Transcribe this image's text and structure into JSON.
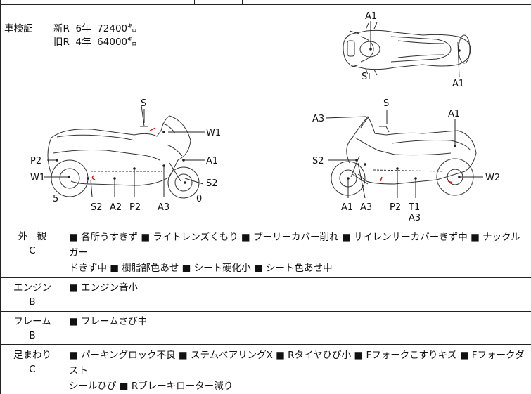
{
  "registration": {
    "label": "車検証",
    "rows": [
      {
        "type": "新R",
        "years": "6年",
        "distance": "72400㌔"
      },
      {
        "type": "旧R",
        "years": "4年",
        "distance": "64000㌔"
      }
    ]
  },
  "diagram": {
    "top_view": {
      "labels": [
        "A1",
        "S",
        "A1"
      ]
    },
    "left_side": {
      "labels": [
        "S",
        "W1",
        "A1",
        "P2",
        "W1",
        "S2"
      ],
      "bottom_labels": [
        "5",
        "S2",
        "A2",
        "P2",
        "A3",
        "0"
      ]
    },
    "right_side": {
      "labels": [
        "S",
        "A3",
        "A1",
        "S2",
        "W2"
      ],
      "bottom_labels": [
        "A1",
        "A3",
        "P2",
        "T1",
        "A3"
      ]
    }
  },
  "sections": [
    {
      "category": "外　観",
      "grade": "C",
      "text_lines": [
        "■ 各所うすきず ■ ライトレンズくもり ■ プーリーカバー削れ ■ サイレンサーカバーきず中 ■ ナックルガー",
        "ドきず中 ■ 樹脂部色あせ ■ シート硬化小 ■ シート色あせ中"
      ]
    },
    {
      "category": "エンジン",
      "grade": "B",
      "text_lines": [
        "■ エンジン音小"
      ]
    },
    {
      "category": "フレーム",
      "grade": "B",
      "text_lines": [
        "■ フレームさび中"
      ]
    },
    {
      "category": "足まわり",
      "grade": "C",
      "text_lines": [
        "■ パーキングロック不良 ■ ステムベアリングX ■ Rタイヤひび小 ■ Fフォークこすりキズ ■ Fフォークダスト",
        "シールひび ■ Rブレーキローター減り"
      ]
    }
  ],
  "colors": {
    "damage_mark": "#d42020"
  }
}
